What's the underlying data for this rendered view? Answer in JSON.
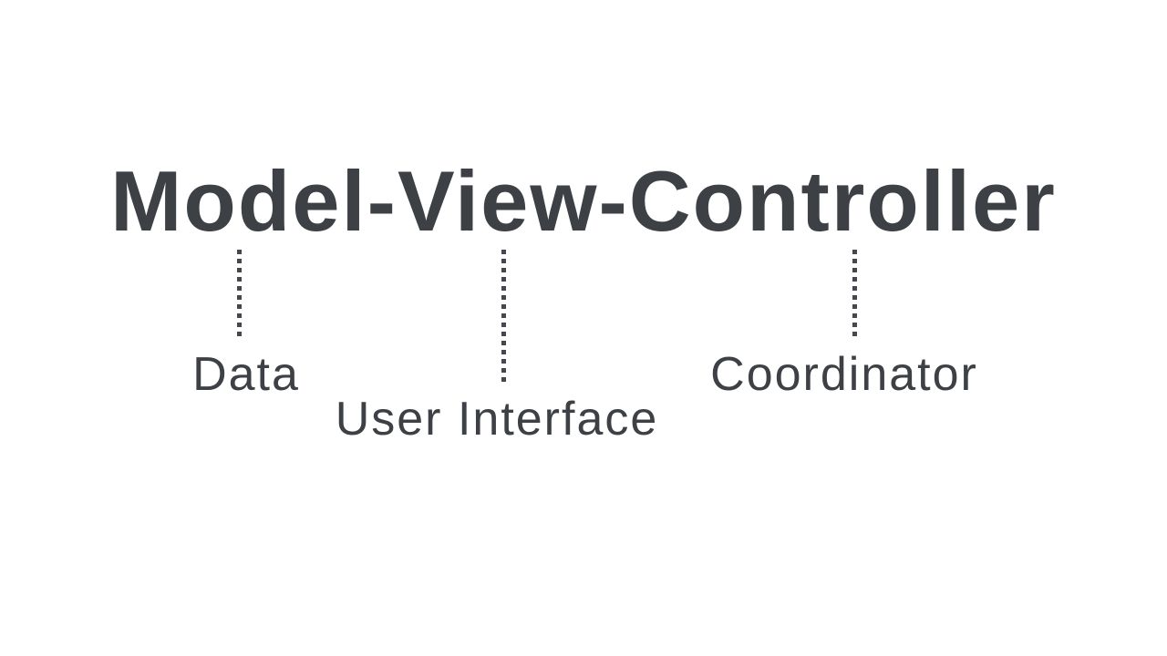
{
  "slide": {
    "title": "Model-View-Controller",
    "terms": [
      {
        "word": "Model",
        "meaning": "Data"
      },
      {
        "word": "View",
        "meaning": "User Interface"
      },
      {
        "word": "Controller",
        "meaning": "Coordinator"
      }
    ],
    "colors": {
      "background": "#ffffff",
      "text": "#3d4145",
      "dotted_line": "#44474b"
    }
  }
}
